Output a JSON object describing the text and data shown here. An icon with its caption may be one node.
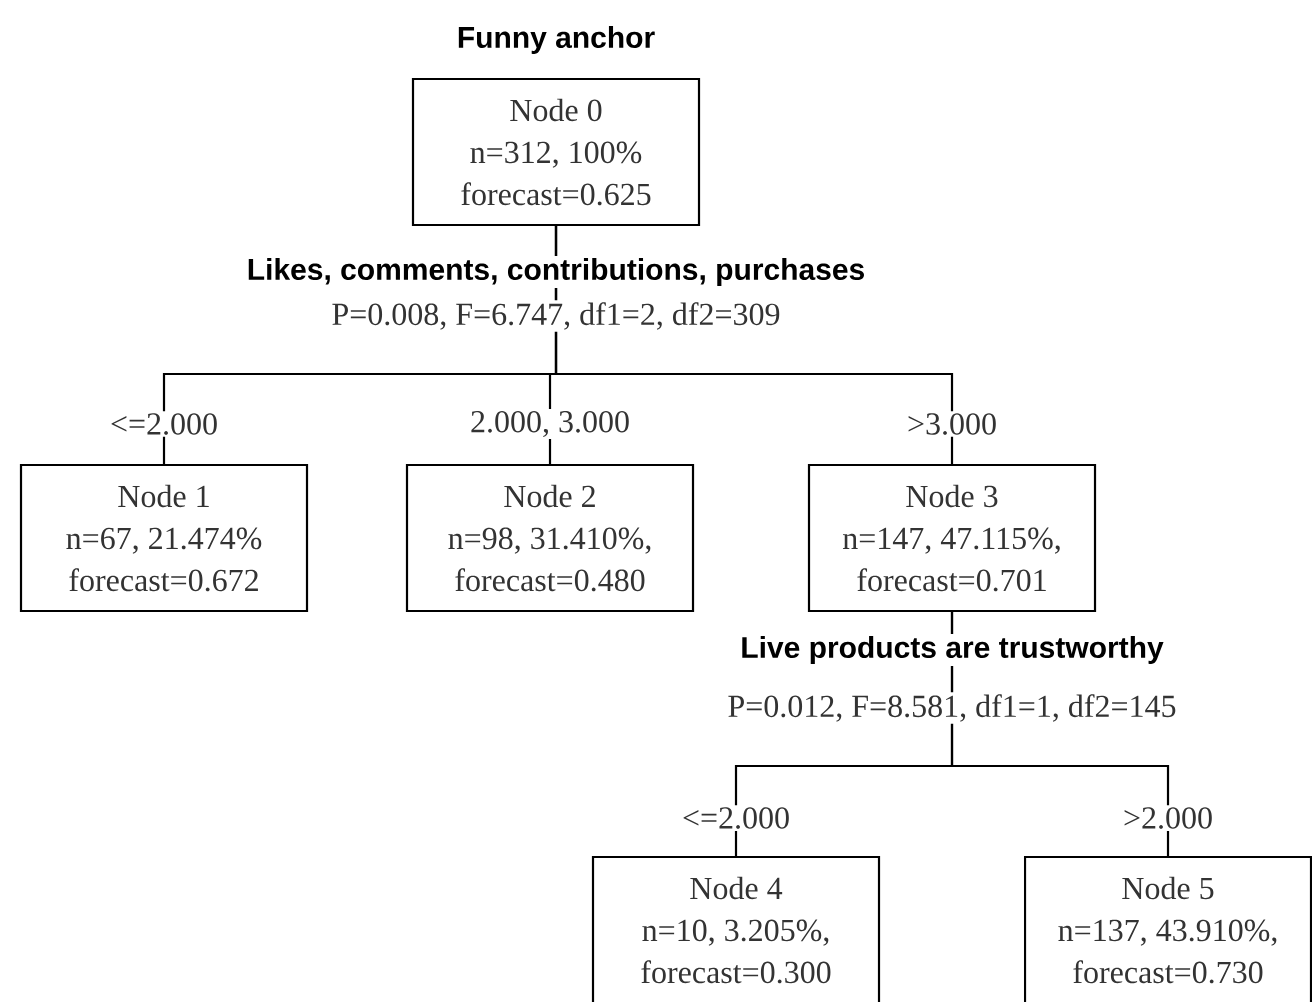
{
  "diagram": {
    "title": "Funny anchor",
    "nodes": [
      {
        "text": [
          "Node 0",
          "n=312, 100%",
          "forecast=0.625"
        ]
      },
      {
        "text": [
          "Node 1",
          "n=67, 21.474%",
          "forecast=0.672"
        ]
      },
      {
        "text": [
          "Node 2",
          "n=98, 31.410%,",
          "forecast=0.480"
        ]
      },
      {
        "text": [
          "Node 3",
          "n=147, 47.115%,",
          "forecast=0.701"
        ]
      },
      {
        "text": [
          "Node 4",
          "n=10, 3.205%,",
          "forecast=0.300"
        ]
      },
      {
        "text": [
          "Node 5",
          "n=137, 43.910%,",
          "forecast=0.730"
        ]
      }
    ],
    "edges": [
      {
        "from": 0,
        "to": 1,
        "arrow": "none",
        "label": "<=2.000"
      },
      {
        "from": 0,
        "to": 2,
        "arrow": "none",
        "label": "2.000, 3.000"
      },
      {
        "from": 0,
        "to": 3,
        "arrow": "none",
        "label": ">3.000"
      },
      {
        "from": 3,
        "to": 4,
        "arrow": "none",
        "label": "<=2.000"
      },
      {
        "from": 3,
        "to": 5,
        "arrow": "none",
        "label": ">2.000"
      }
    ],
    "labels": [
      "Likes, comments, contributions, purchases",
      "P=0.008, F=6.747, df1=2, df2=309",
      "Live products are trustworthy",
      "P=0.012, F=8.581, df1=1, df2=145"
    ]
  }
}
